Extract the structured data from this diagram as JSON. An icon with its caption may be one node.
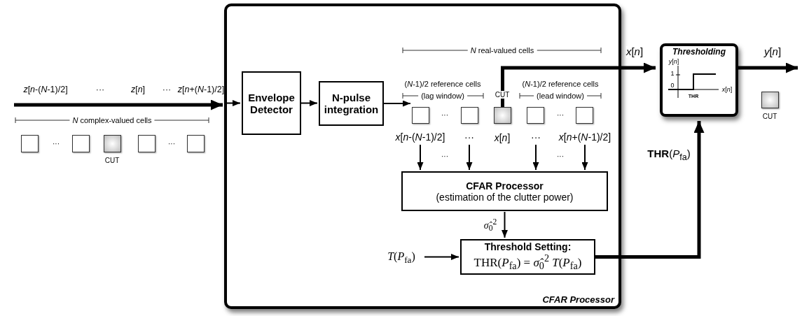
{
  "diagram": {
    "nodes": [
      {
        "text": [
          "CFAR Processor"
        ]
      },
      {
        "text": [],
        "shape": "box"
      },
      {
        "text": [],
        "shape": "box"
      },
      {
        "text": [],
        "shape": "box",
        "beside": [
          "CUT"
        ]
      },
      {
        "text": [],
        "shape": "box"
      },
      {
        "text": [],
        "shape": "box"
      },
      {
        "text": [
          "Envelope Detector"
        ],
        "in": 0
      },
      {
        "text": [
          "N-pulse integration"
        ],
        "in": 0
      },
      {
        "text": [],
        "shape": "box",
        "in": 0
      },
      {
        "text": [],
        "shape": "box",
        "in": 0
      },
      {
        "text": [],
        "shape": "box",
        "in": 0,
        "beside": [
          "CUT"
        ]
      },
      {
        "text": [],
        "shape": "box",
        "in": 0
      },
      {
        "text": [],
        "shape": "box",
        "in": 0
      },
      {
        "text": [
          "*x*[*n*-(*N*-1)/2]"
        ],
        "in": 0
      },
      {
        "text": [
          "···"
        ],
        "in": 0
      },
      {
        "text": [
          "···"
        ],
        "in": 0
      },
      {
        "text": [
          "*x*[*n*+(*N*-1)/2]"
        ],
        "in": 0
      },
      {
        "text": [
          "CFAR Processor",
          "(estimation of the clutter power)"
        ],
        "in": 0
      },
      {
        "text": [
          "*T*(*P*$_{fa}$)"
        ],
        "in": 0
      },
      {
        "text": [
          "Threshold Setting:",
          "THR(*P*$_{fa}$) = *σ̂*$_{0}$$^{2}$ *T*(*P*$_{fa}$)"
        ],
        "in": 0
      },
      {
        "text": [
          "Thresholding",
          "*y*[*n*]",
          "1",
          "0",
          "*x*[*n*]",
          "THR"
        ]
      },
      {
        "text": [],
        "shape": "box",
        "beside": [
          "CUT"
        ]
      }
    ],
    "edges": [
      {
        "from": null,
        "to": 0,
        "arrow": "to",
        "style": "thick"
      },
      {
        "from": 0,
        "to": 6,
        "arrow": "to"
      },
      {
        "from": 6,
        "to": 7,
        "arrow": "to"
      },
      {
        "from": 7,
        "to": 8,
        "arrow": "to"
      },
      {
        "from": 10,
        "to": 20,
        "arrow": "to",
        "style": "thick",
        "label": "*x*[*n*]"
      },
      {
        "from": 13,
        "to": 17,
        "arrow": "to"
      },
      {
        "from": 14,
        "to": 17,
        "arrow": "to"
      },
      {
        "from": 15,
        "to": 17,
        "arrow": "to"
      },
      {
        "from": 16,
        "to": 17,
        "arrow": "to"
      },
      {
        "from": 17,
        "to": 19,
        "arrow": "to",
        "label": "*σ̂*$_{0}$$^{2}$"
      },
      {
        "from": 18,
        "to": 19,
        "arrow": "to"
      },
      {
        "from": 19,
        "to": 20,
        "arrow": "to",
        "style": "thick",
        "label": "**THR**(*P*$_{fa}$)"
      },
      {
        "from": 20,
        "to": null,
        "arrow": "to",
        "style": "thick",
        "label": "*y*[*n*]"
      }
    ],
    "labels": [
      "*z*[*n*-(*N*-1)/2]",
      "···",
      "*z*[*n*]",
      "···",
      "*z*[*n*+(*N*-1)/2]",
      "*N* complex-valued cells",
      "···",
      "···",
      "*N* real-valued cells",
      "(*N*-1)/2 reference cells",
      "(lag window)",
      "(*N*-1)/2 reference cells",
      "(lead window)",
      "···",
      "···",
      "*x*[*n*]",
      "···",
      "···"
    ]
  }
}
